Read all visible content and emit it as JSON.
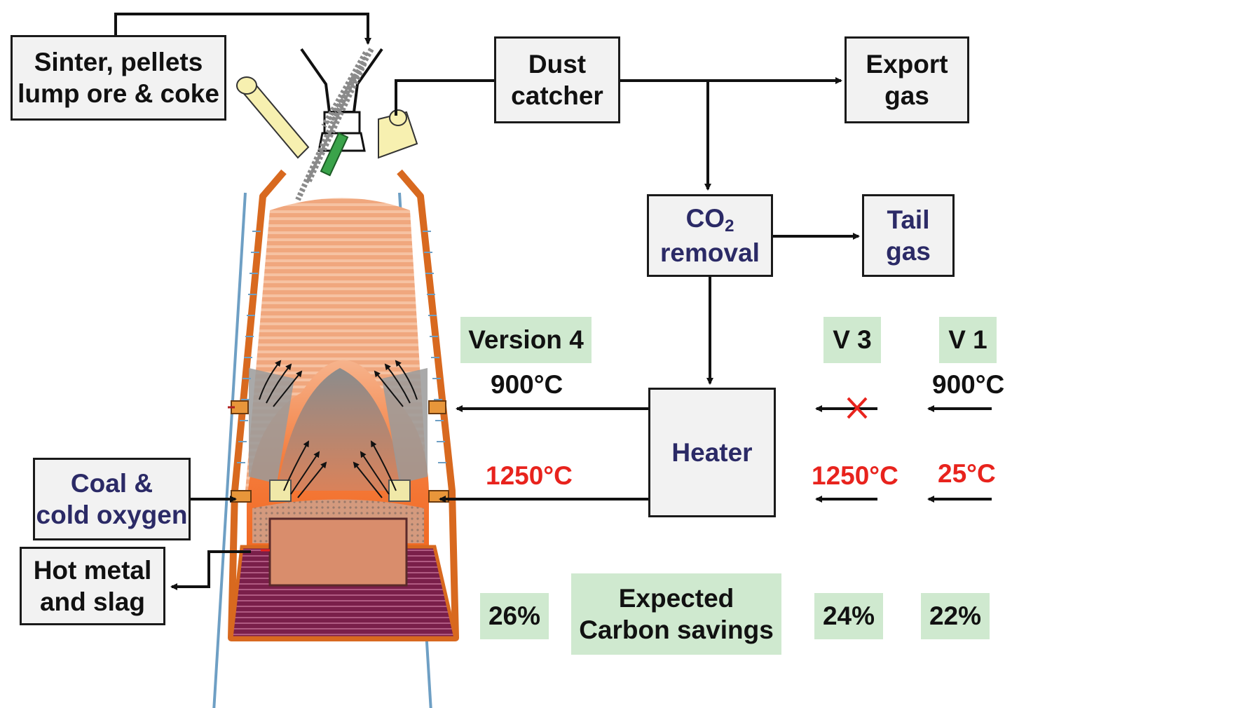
{
  "colors": {
    "line": "#111111",
    "box_fill": "#f2f2f2",
    "tag_fill": "#cfe9cf",
    "red_text": "#e8231d",
    "navy_text": "#2b2a66",
    "furnace_shell": "#d8691f",
    "furnace_hot": "#f26a24",
    "furnace_hearth": "#7a1f4a"
  },
  "boxes": {
    "burden": {
      "line1": "Sinter, pellets",
      "line2": "lump ore & coke"
    },
    "dust_catcher": {
      "line1": "Dust",
      "line2": "catcher"
    },
    "export_gas": {
      "line1": "Export",
      "line2": "gas"
    },
    "co2_removal": {
      "co": "CO",
      "sub": "2",
      "line2": "removal"
    },
    "tail_gas": {
      "line1": "Tail",
      "line2": "gas"
    },
    "heater": {
      "label": "Heater"
    },
    "coal_oxygen": {
      "line1": "Coal &",
      "line2": "cold oxygen"
    },
    "hot_metal": {
      "line1": "Hot metal",
      "line2": "and slag"
    }
  },
  "versions": {
    "v4": "Version 4",
    "v3": "V 3",
    "v1": "V 1"
  },
  "temperatures": {
    "v4_upper": "900°C",
    "v4_lower": "1250°C",
    "v3_lower": "1250°C",
    "v1_upper": "900°C",
    "v1_lower": "25°C"
  },
  "savings": {
    "label_line1": "Expected",
    "label_line2": "Carbon savings",
    "v4": "26%",
    "v3": "24%",
    "v1": "22%"
  }
}
